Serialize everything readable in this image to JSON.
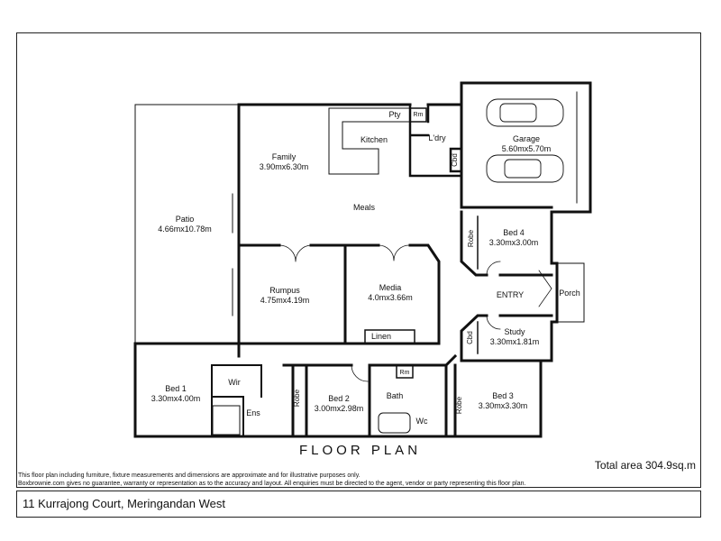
{
  "rooms": {
    "patio": {
      "name": "Patio",
      "dim": "4.66mx10.78m"
    },
    "family": {
      "name": "Family",
      "dim": "3.90mx6.30m"
    },
    "kitchen": {
      "name": "Kitchen"
    },
    "pty": {
      "name": "Pty"
    },
    "rm1": {
      "name": "Rm"
    },
    "ldry": {
      "name": "L'dry"
    },
    "garage": {
      "name": "Garage",
      "dim": "5.60mx5.70m"
    },
    "cbd1": {
      "name": "Cbd"
    },
    "meals": {
      "name": "Meals"
    },
    "bed4": {
      "name": "Bed 4",
      "dim": "3.30mx3.00m"
    },
    "robe4": {
      "name": "Robe"
    },
    "rumpus": {
      "name": "Rumpus",
      "dim": "4.75mx4.19m"
    },
    "media": {
      "name": "Media",
      "dim": "4.0mx3.66m"
    },
    "entry": {
      "name": "ENTRY"
    },
    "porch": {
      "name": "Porch"
    },
    "linen": {
      "name": "Linen"
    },
    "study": {
      "name": "Study",
      "dim": "3.30mx1.81m"
    },
    "cbd2": {
      "name": "Cbd"
    },
    "bed1": {
      "name": "Bed 1",
      "dim": "3.30mx4.00m"
    },
    "wir": {
      "name": "Wir"
    },
    "ens": {
      "name": "Ens"
    },
    "robe1": {
      "name": "Robe"
    },
    "bed2": {
      "name": "Bed 2",
      "dim": "3.00mx2.98m"
    },
    "rm2": {
      "name": "Rm"
    },
    "bath": {
      "name": "Bath"
    },
    "wc": {
      "name": "Wc"
    },
    "robe3": {
      "name": "Robe"
    },
    "bed3": {
      "name": "Bed 3",
      "dim": "3.30mx3.30m"
    }
  },
  "title": "FLOOR PLAN",
  "total_area": "Total area 304.9sq.m",
  "disclaimer": [
    "This floor plan including furniture, fixture measurements and dimensions are approximate and for illustrative purposes only.",
    "Boxbrownie.com gives no guarantee, warranty or representation as to the accuracy and layout. All enquiries must be directed to the agent, vendor or party representing this floor plan."
  ],
  "address": "11 Kurrajong Court, Meringandan West"
}
